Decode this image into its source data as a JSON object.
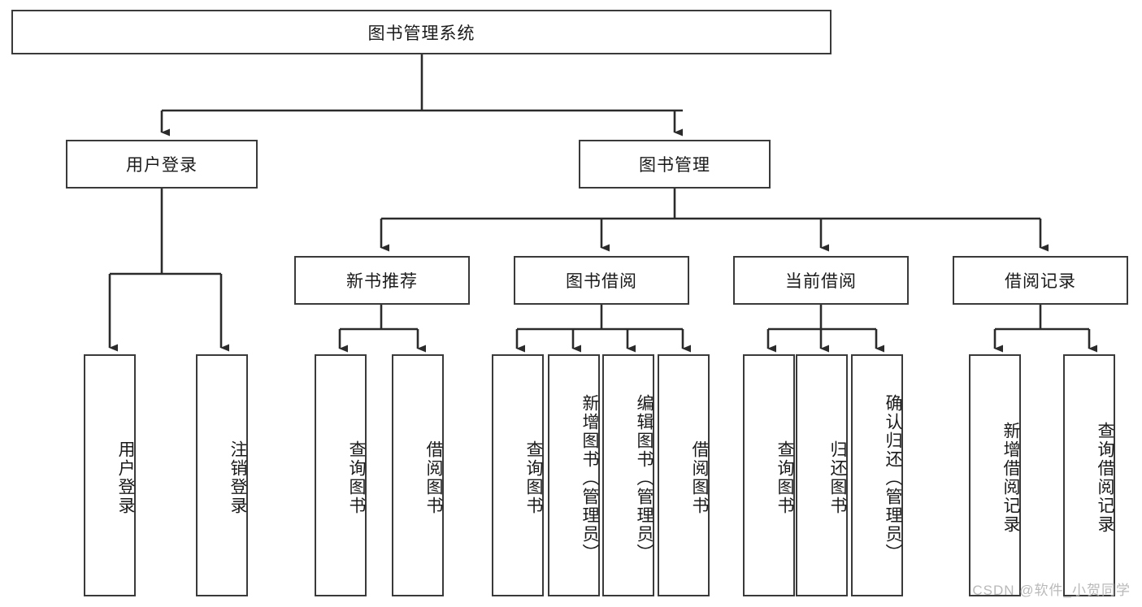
{
  "diagram": {
    "type": "tree-hierarchy-chart",
    "title": "图书管理系统",
    "colors": {
      "box_border": "#3a3a3a",
      "box_fill": "#ffffff",
      "line": "#2b2b2b",
      "text": "#1a1a1a",
      "watermark": "#b9b9b9"
    },
    "root": {
      "label": "图书管理系统"
    },
    "level2": [
      {
        "label": "用户登录"
      },
      {
        "label": "图书管理"
      }
    ],
    "level3": [
      {
        "label": "新书推荐"
      },
      {
        "label": "图书借阅"
      },
      {
        "label": "当前借阅"
      },
      {
        "label": "借阅记录"
      }
    ],
    "leaves_user_login": [
      {
        "label": "用户登录"
      },
      {
        "label": "注销登录"
      }
    ],
    "leaves_new_book": [
      {
        "label": "查询图书"
      },
      {
        "label": "借阅图书"
      }
    ],
    "leaves_borrow": [
      {
        "label": "查询图书"
      },
      {
        "label": "新增图书（管理员）"
      },
      {
        "label": "编辑图书（管理员）"
      },
      {
        "label": "借阅图书"
      }
    ],
    "leaves_current": [
      {
        "label": "查询图书"
      },
      {
        "label": "归还图书"
      },
      {
        "label": "确认归还（管理员）"
      }
    ],
    "leaves_records": [
      {
        "label": "新增借阅记录"
      },
      {
        "label": "查询借阅记录"
      }
    ]
  },
  "watermark": {
    "text": "CSDN @软件_小贺同学"
  }
}
